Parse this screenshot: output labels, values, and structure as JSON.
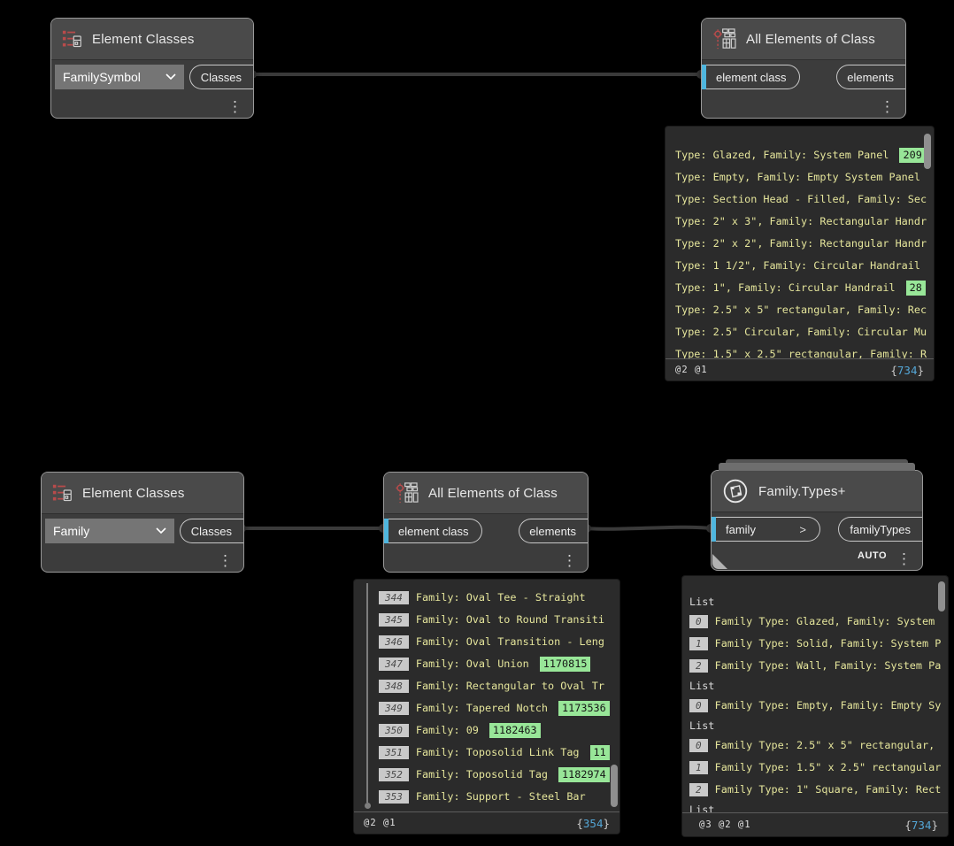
{
  "ui": {
    "brace_open": "{",
    "brace_close": "}",
    "menu_dots": "⋮"
  },
  "colors": {
    "canvas": "#000000",
    "node_body": "#3c3c3c",
    "node_header": "#4a4a4a",
    "accent_cyan": "#4fb6de",
    "wire": "#3a3a3a",
    "preview_bg": "#2b2b2b",
    "preview_text": "#e5e59b",
    "badge_green": "#98e698",
    "count_blue": "#54a6d6"
  },
  "nodes": {
    "ec_top": {
      "title": "Element Classes",
      "dropdown": "FamilySymbol",
      "output": "Classes"
    },
    "aeoc_top": {
      "title": "All Elements of Class",
      "input": "element class",
      "output": "elements"
    },
    "ec_bottom": {
      "title": "Element Classes",
      "dropdown": "Family",
      "output": "Classes"
    },
    "aeoc_bottom": {
      "title": "All Elements of Class",
      "input": "element class",
      "output": "elements"
    },
    "family_types": {
      "title": "Family.Types+",
      "input": "family",
      "input_suffix": ">",
      "output": "familyTypes",
      "lacing": "AUTO"
    }
  },
  "previews": {
    "aeoc_top": {
      "rows": [
        {
          "text": "Type: Glazed, Family: System Panel",
          "badge": "209"
        },
        {
          "text": "Type: Empty, Family: Empty System Panel"
        },
        {
          "text": "Type: Section Head - Filled, Family: Sec"
        },
        {
          "text": "Type: 2\" x 3\", Family: Rectangular Handr"
        },
        {
          "text": "Type: 2\" x 2\", Family: Rectangular Handr"
        },
        {
          "text": "Type: 1 1/2\", Family: Circular Handrail"
        },
        {
          "text": "Type: 1\", Family: Circular Handrail",
          "badge": "28"
        },
        {
          "text": "Type: 2.5\" x 5\" rectangular, Family: Rec"
        },
        {
          "text": "Type: 2.5\" Circular, Family: Circular Mu"
        },
        {
          "text": "Type: 1.5\" x 2.5\" rectangular, Family: R"
        }
      ],
      "levels": "@2 @1",
      "count": "734"
    },
    "aeoc_bottom": {
      "rows": [
        {
          "index": "344",
          "text": "Family: Oval Tee - Straight",
          "badge": ""
        },
        {
          "index": "345",
          "text": "Family: Oval to Round Transiti"
        },
        {
          "index": "346",
          "text": "Family: Oval Transition - Leng"
        },
        {
          "index": "347",
          "text": "Family: Oval Union",
          "badge": "1170815"
        },
        {
          "index": "348",
          "text": "Family: Rectangular to Oval Tr"
        },
        {
          "index": "349",
          "text": "Family: Tapered Notch",
          "badge": "1173536"
        },
        {
          "index": "350",
          "text": "Family: 09",
          "badge": "1182463"
        },
        {
          "index": "351",
          "text": "Family: Toposolid Link Tag",
          "badge": "11"
        },
        {
          "index": "352",
          "text": "Family: Toposolid Tag",
          "badge": "1182974"
        },
        {
          "index": "353",
          "text": "Family: Support - Steel Bar",
          "badge": ""
        }
      ],
      "levels": "@2 @1",
      "count": "354"
    },
    "family_types": {
      "rows": [
        {
          "kind": "list",
          "text": "List"
        },
        {
          "kind": "item",
          "index": "0",
          "text": "Family Type: Glazed, Family: System"
        },
        {
          "kind": "item",
          "index": "1",
          "text": "Family Type: Solid, Family: System P"
        },
        {
          "kind": "item",
          "index": "2",
          "text": "Family Type: Wall, Family: System Pa"
        },
        {
          "kind": "list",
          "text": "List"
        },
        {
          "kind": "item",
          "index": "0",
          "text": "Family Type: Empty, Family: Empty Sy"
        },
        {
          "kind": "list",
          "text": "List"
        },
        {
          "kind": "item",
          "index": "0",
          "text": "Family Type: 2.5\" x 5\" rectangular,"
        },
        {
          "kind": "item",
          "index": "1",
          "text": "Family Type: 1.5\" x 2.5\" rectangular"
        },
        {
          "kind": "item",
          "index": "2",
          "text": "Family Type: 1\" Square, Family: Rect"
        },
        {
          "kind": "list",
          "text": "List"
        }
      ],
      "levels": "@3 @2 @1",
      "count": "734"
    }
  }
}
